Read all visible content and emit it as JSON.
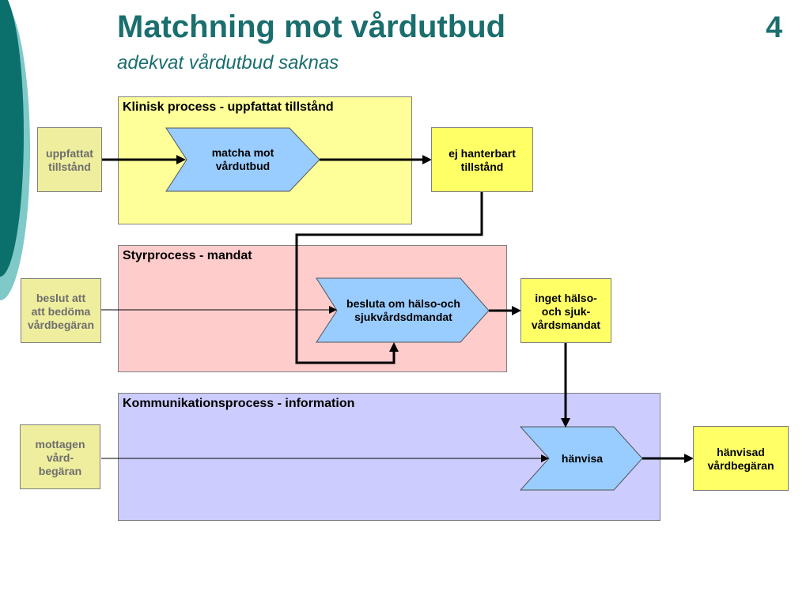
{
  "slide": {
    "title": "Matchning mot vårdutbud",
    "subtitle": "adekvat vårdutbud saknas",
    "number": "4"
  },
  "colors": {
    "title": "#1b6e6e",
    "lane_clinical": "#ffff99",
    "lane_control": "#ffcccc",
    "lane_communication": "#ccccff",
    "chevron": "#99ccff",
    "input_box": "#eeee9e",
    "output_box": "#ffff66",
    "decor_dark": "#0b6f6b",
    "decor_light": "#7fc9c8"
  },
  "lanes": {
    "clinical": {
      "label": "Klinisk process - uppfattat tillstånd"
    },
    "control": {
      "label": "Styrprocess - mandat"
    },
    "communication": {
      "label": "Kommunikationsprocess - information"
    }
  },
  "inputs": {
    "uppfattat": {
      "lines": [
        "uppfattat",
        "tillstånd"
      ]
    },
    "beslut": {
      "lines": [
        "beslut att",
        "att bedöma",
        "vårdbegäran"
      ]
    },
    "mottagen": {
      "lines": [
        "mottagen",
        "vård-",
        "begäran"
      ]
    }
  },
  "processes": {
    "matcha": {
      "lines": [
        "matcha mot",
        "vårdutbud"
      ]
    },
    "besluta": {
      "lines": [
        "besluta om hälso-och",
        "sjukvårdsdmandat"
      ]
    },
    "hanvisa": {
      "lines": [
        "hänvisa"
      ]
    }
  },
  "outputs": {
    "ej_hanterbart": {
      "lines": [
        "ej hanterbart",
        "tillstånd"
      ]
    },
    "inget_mandat": {
      "lines": [
        "inget hälso-",
        "och sjuk-",
        "vårdsmandat"
      ]
    },
    "hanvisad": {
      "lines": [
        "hänvisad",
        "vårdbegäran"
      ]
    }
  }
}
